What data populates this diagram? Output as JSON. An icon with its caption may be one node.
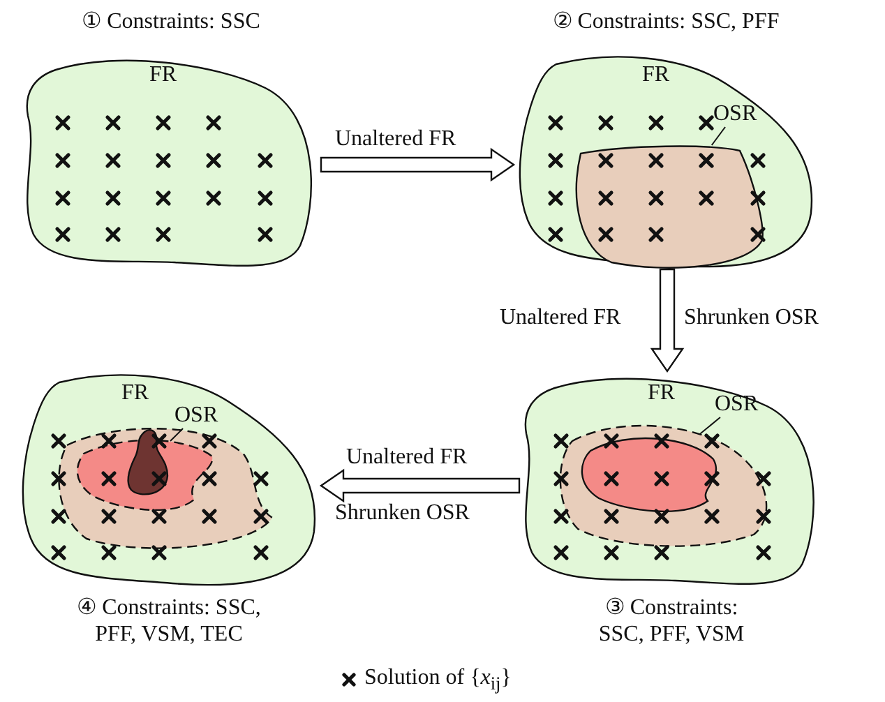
{
  "diagram": {
    "nodes": [
      {
        "text": [
          "① Constraints: SSC",
          "FR"
        ]
      },
      {
        "text": [
          "② Constraints: SSC, PFF",
          "FR"
        ]
      },
      {
        "text": [
          "OSR"
        ],
        "in": 1
      },
      {
        "text": [],
        "shape": "blob",
        "in": 1
      },
      {
        "text": [
          "FR",
          "③ Constraints: SSC, PFF, VSM"
        ]
      },
      {
        "text": [],
        "shape": "blob",
        "in": 4
      },
      {
        "text": [],
        "shape": "blob",
        "in": 5
      },
      {
        "text": [
          "OSR"
        ],
        "in": 4
      },
      {
        "text": [
          "FR",
          "④ Constraints: SSC, PFF, VSM, TEC"
        ]
      },
      {
        "text": [],
        "shape": "blob",
        "in": 8
      },
      {
        "text": [],
        "shape": "blob",
        "in": 9
      },
      {
        "text": [],
        "shape": "blob",
        "in": 10
      },
      {
        "text": [
          "OSR"
        ],
        "in": 8
      }
    ],
    "edges": [
      {
        "from": 0,
        "to": 1,
        "arrow": "to",
        "label": "Unaltered FR"
      },
      {
        "from": 1,
        "to": 4,
        "arrow": "to",
        "label": "Unaltered FR"
      },
      {
        "from": 4,
        "to": 8,
        "arrow": "to",
        "label": "Unaltered FR"
      },
      {
        "from": 2,
        "to": 3,
        "arrow": "none"
      },
      {
        "from": 7,
        "to": 6,
        "arrow": "none"
      },
      {
        "from": 12,
        "to": 11,
        "arrow": "none"
      }
    ],
    "labels": [
      "Shrunken OSR",
      "Shrunken OSR"
    ],
    "legend": [
      {
        "text": "Solution of {*x*$_{ij}$}"
      }
    ]
  }
}
